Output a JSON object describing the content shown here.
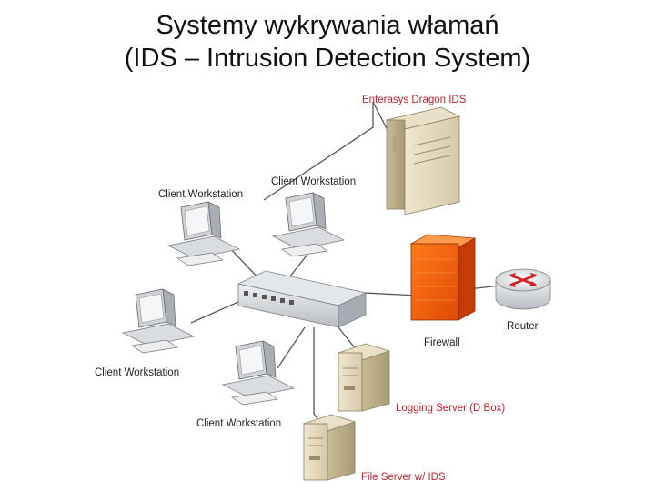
{
  "title": {
    "line1": "Systemy wykrywania włamań",
    "line2": "(IDS – Intrusion Detection System)"
  },
  "diagram": {
    "label_colors": {
      "red": "#c8202a",
      "dark": "#222222"
    },
    "labels": {
      "dragon_ids": "Enterasys Dragon IDS",
      "workstation_top_left": "Client Workstation",
      "workstation_top_right": "Client Workstation",
      "workstation_mid_left": "Client Workstation",
      "workstation_bottom": "Client Workstation",
      "firewall": "Firewall",
      "router": "Router",
      "logging_server": "Logging Server (D Box)",
      "file_server": "File Server w/ IDS"
    }
  }
}
